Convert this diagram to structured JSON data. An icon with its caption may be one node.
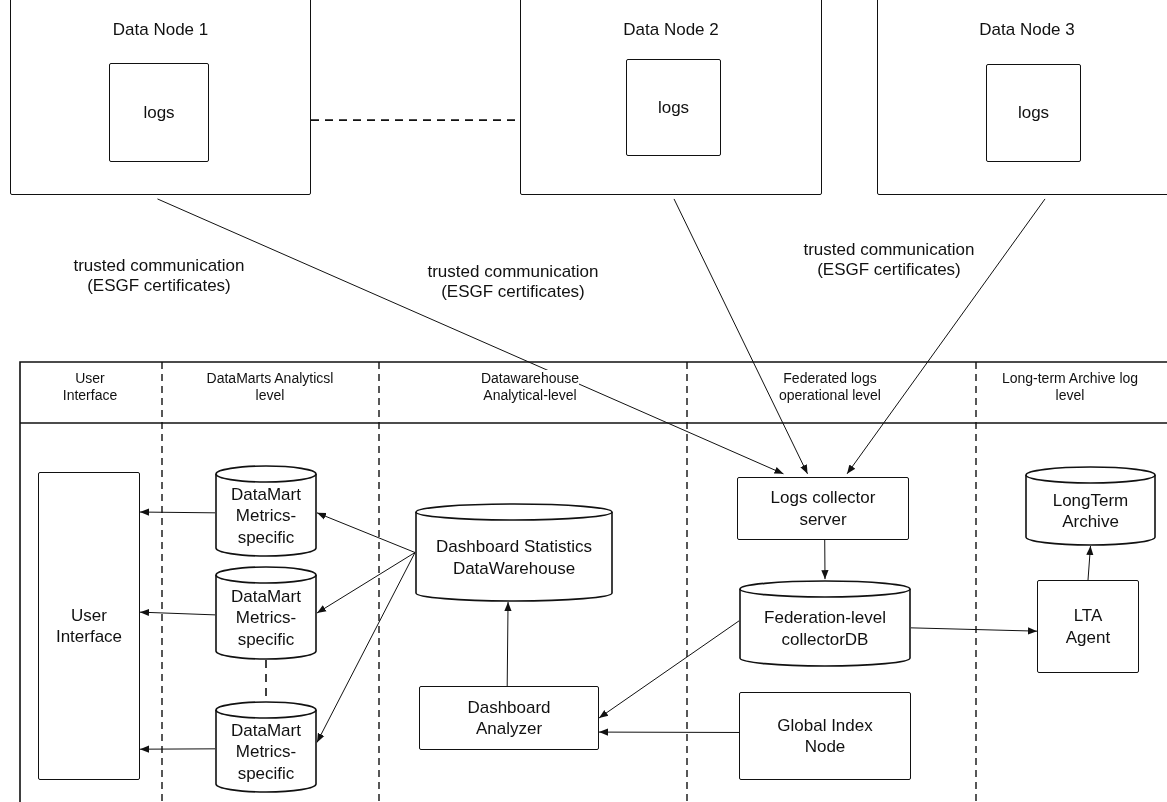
{
  "diagram": {
    "nodes": [
      {
        "text": [
          "Data Node 1"
        ]
      },
      {
        "text": [
          "logs"
        ],
        "in": 0
      },
      {
        "text": [
          "Data Node 2"
        ]
      },
      {
        "text": [
          "logs"
        ],
        "in": 2
      },
      {
        "text": [
          "Data Node 3"
        ]
      },
      {
        "text": [
          "logs"
        ],
        "in": 4
      },
      {
        "text": [
          "User Interface"
        ]
      },
      {
        "text": [
          "DataMart Metrics-specific"
        ]
      },
      {
        "text": [
          "DataMart Metrics-specific"
        ]
      },
      {
        "text": [
          "DataMart Metrics-specific"
        ]
      },
      {
        "text": [
          "Dashboard Statistics DataWarehouse"
        ]
      },
      {
        "text": [
          "Dashboard Analyzer"
        ]
      },
      {
        "text": [
          "Logs collector server"
        ]
      },
      {
        "text": [
          "Federation-level collectorDB"
        ]
      },
      {
        "text": [
          "Global Index Node"
        ]
      },
      {
        "text": [
          "LongTerm Archive"
        ]
      },
      {
        "text": [
          "LTA Agent"
        ]
      }
    ],
    "edges": [
      {
        "from": 0,
        "to": 12,
        "arrow": "to"
      },
      {
        "from": 2,
        "to": 12,
        "arrow": "to"
      },
      {
        "from": 4,
        "to": 12,
        "arrow": "to"
      },
      {
        "from": 0,
        "to": 2,
        "arrow": "none",
        "style": "dashed"
      },
      {
        "from": 7,
        "to": 6,
        "arrow": "to"
      },
      {
        "from": 8,
        "to": 6,
        "arrow": "to"
      },
      {
        "from": 9,
        "to": 6,
        "arrow": "to"
      },
      {
        "from": 8,
        "to": 9,
        "arrow": "none",
        "style": "dashed"
      },
      {
        "from": 10,
        "to": 7,
        "arrow": "to"
      },
      {
        "from": 10,
        "to": 8,
        "arrow": "to"
      },
      {
        "from": 10,
        "to": 9,
        "arrow": "to"
      },
      {
        "from": 11,
        "to": 10,
        "arrow": "to"
      },
      {
        "from": 12,
        "to": 13,
        "arrow": "to"
      },
      {
        "from": 13,
        "to": 11,
        "arrow": "to"
      },
      {
        "from": 14,
        "to": 11,
        "arrow": "to"
      },
      {
        "from": 13,
        "to": 16,
        "arrow": "to"
      },
      {
        "from": 16,
        "to": 15,
        "arrow": "to"
      }
    ],
    "labels": [
      "trusted communication (ESGF certificates)",
      "trusted communication (ESGF certificates)",
      "trusted communication (ESGF certificates)",
      "User Interface",
      "DataMarts Analyticsl level",
      "Datawarehouse Analytical-level",
      "Federated logs operational level",
      "Long-term Archive log level"
    ]
  }
}
